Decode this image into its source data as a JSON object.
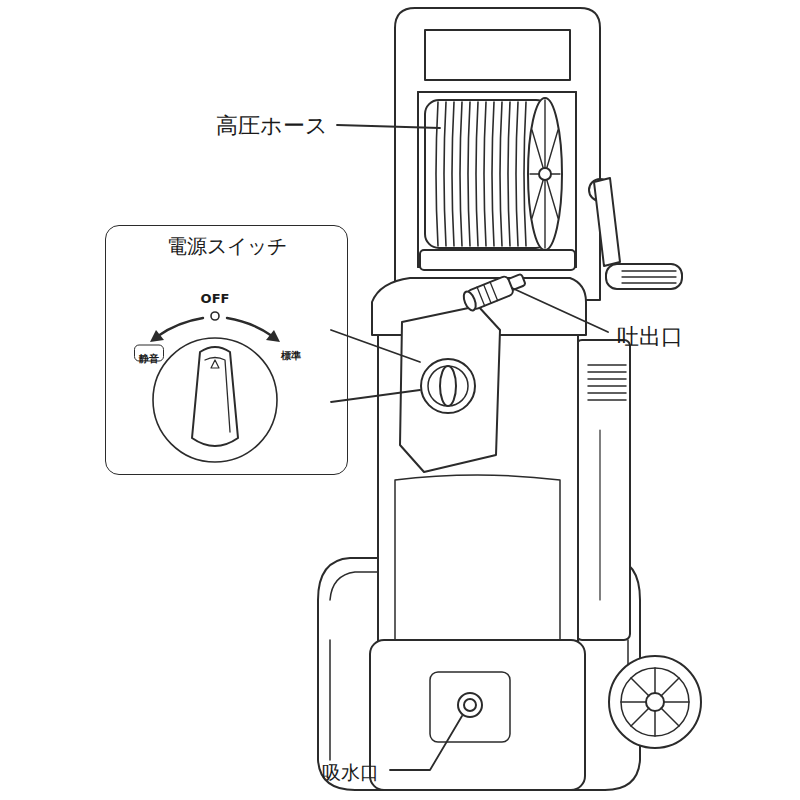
{
  "diagram": {
    "nodes": [
      {
        "text": [
          "電源スイッチ"
        ]
      },
      {
        "text": [
          "静音"
        ],
        "in": 0
      }
    ],
    "labels": [
      "高圧ホース",
      "OFF",
      "標準",
      "吐出口",
      "吸水口"
    ]
  }
}
